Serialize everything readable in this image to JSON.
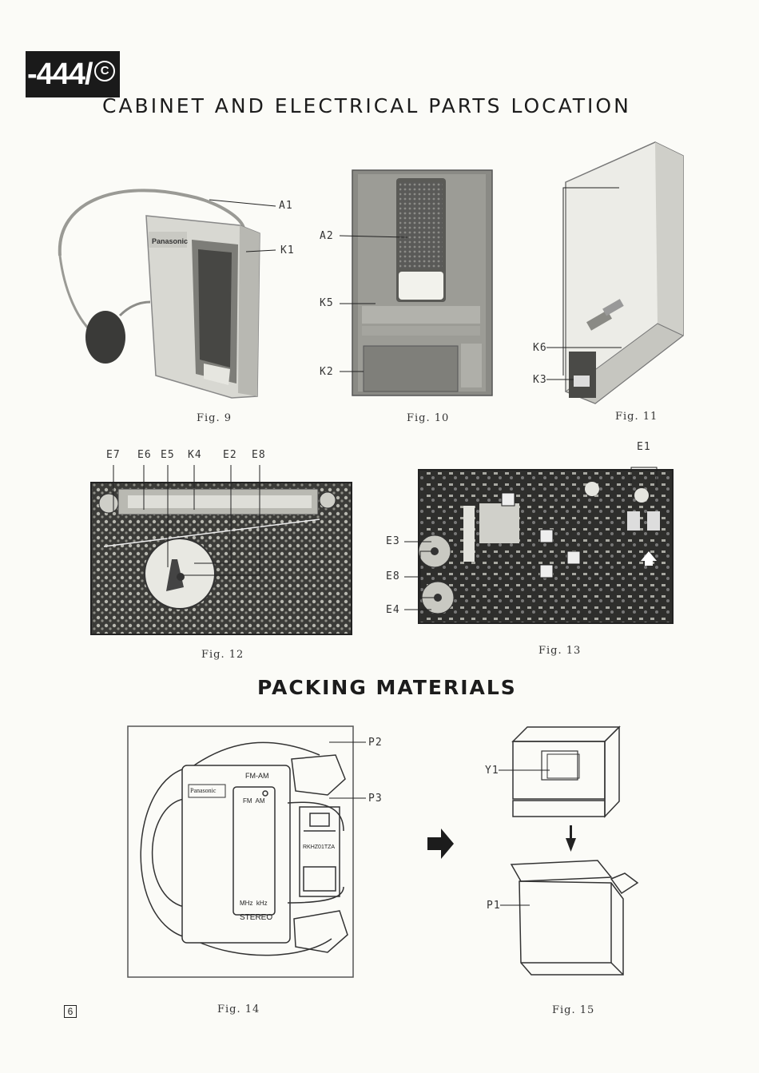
{
  "header": {
    "model_tag": "-444/",
    "model_tag_symbol": "C",
    "section_title": "CABINET AND ELECTRICAL PARTS LOCATION"
  },
  "figures": {
    "fig9": {
      "caption": "Fig. 9",
      "labels": [
        "A1",
        "K1"
      ]
    },
    "fig10": {
      "caption": "Fig. 10",
      "labels": [
        "A2",
        "K5",
        "K2"
      ]
    },
    "fig11": {
      "caption": "Fig. 11",
      "labels": [
        "K6",
        "K3"
      ]
    },
    "fig12": {
      "caption": "Fig. 12",
      "labels": [
        "E7",
        "E6",
        "E5",
        "K4",
        "E2",
        "E8"
      ]
    },
    "fig13": {
      "caption": "Fig. 13",
      "labels": [
        "E1",
        "E3",
        "E8",
        "E4"
      ]
    }
  },
  "packing": {
    "title": "PACKING MATERIALS",
    "fig14": {
      "caption": "Fig. 14",
      "labels": [
        "P2",
        "P3"
      ],
      "device_text": {
        "brand": "Panasonic",
        "band": "FM-AM",
        "dial_band": "FM  AM",
        "units": "MHz  kHz",
        "stereo": "STEREO",
        "part_no": "RKHZ01TZA"
      }
    },
    "fig15": {
      "caption": "Fig. 15",
      "labels": [
        "Y1",
        "P1"
      ]
    }
  },
  "footer": {
    "page_number": "6"
  },
  "colors": {
    "ink": "#222222",
    "paper": "#fbfbf7",
    "photo_dark": "#3a3a3a",
    "photo_mid": "#9a9a92"
  }
}
